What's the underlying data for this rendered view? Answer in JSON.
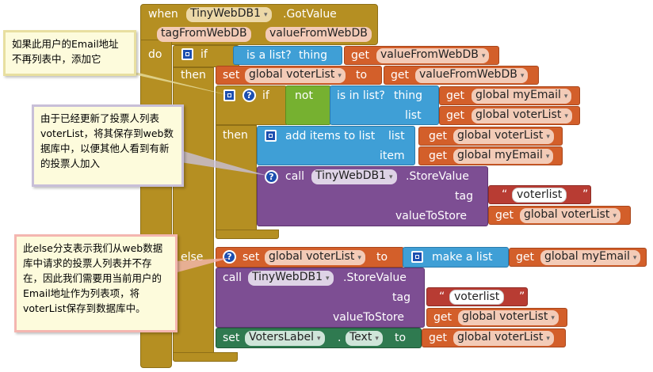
{
  "event": {
    "when": "when",
    "component": "TinyWebDB1",
    "event_name": ".GotValue",
    "param1": "tagFromWebDB",
    "param2": "valueFromWebDB",
    "do": "do"
  },
  "if_outer": {
    "if": "if",
    "is_list": "is a list?",
    "thing": "thing",
    "get": "get",
    "value_var": "valueFromWebDB",
    "then": "then",
    "else": "else"
  },
  "set_voter_list": {
    "set": "set",
    "var": "global voterList",
    "to": "to",
    "get": "get",
    "value_var": "valueFromWebDB"
  },
  "if_inner": {
    "if": "if",
    "not": "not",
    "is_in_list": "is in list?",
    "thing": "thing",
    "list": "list",
    "get": "get",
    "my_email": "global myEmail",
    "voter_list": "global voterList",
    "then": "then"
  },
  "add_items": {
    "label": "add items to list",
    "list": "list",
    "item": "item",
    "get": "get",
    "voter_list": "global voterList",
    "my_email": "global myEmail"
  },
  "store_value_1": {
    "call": "call",
    "component": "TinyWebDB1",
    "method": ".StoreValue",
    "tag": "tag",
    "tag_value": "voterlist",
    "value_to_store": "valueToStore",
    "get": "get",
    "voter_list": "global voterList"
  },
  "else_set": {
    "set": "set",
    "var": "global voterList",
    "to": "to",
    "make_list": "make a list",
    "get": "get",
    "my_email": "global myEmail"
  },
  "store_value_2": {
    "call": "call",
    "component": "TinyWebDB1",
    "method": ".StoreValue",
    "tag": "tag",
    "tag_value": "voterlist",
    "value_to_store": "valueToStore",
    "get": "get",
    "voter_list": "global voterList"
  },
  "set_label": {
    "set": "set",
    "component": "VotersLabel",
    "dot": ".",
    "property": "Text",
    "to": "to",
    "get": "get",
    "voter_list": "global voterList"
  },
  "comments": {
    "c1": "如果此用户的Email地址不再列表中，添加它",
    "c2": "由于已经更新了投票人列表voterList，将其保存到web数据库中，以便其他人看到有新的投票人加入",
    "c3": "此else分支表示我们从web数据库中请求的投票人列表并不存在，因此我们需要用当前用户的Email地址作为列表项，将voterList保存到数据库中。"
  }
}
